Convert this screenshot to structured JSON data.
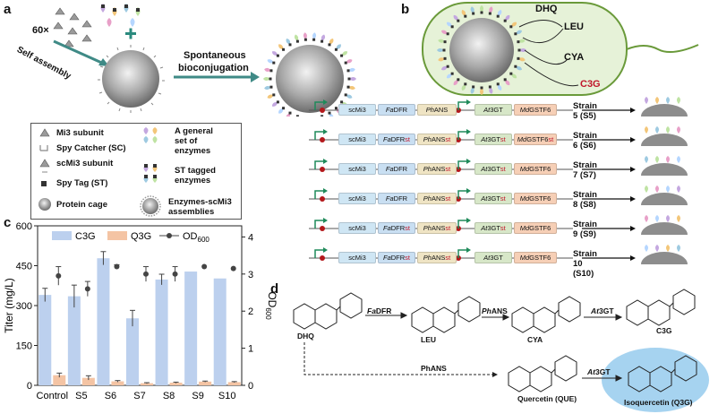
{
  "panels": {
    "a": "a",
    "b": "b",
    "c": "c",
    "d": "d"
  },
  "panel_a": {
    "count": "60×",
    "self_assembly": "Self assembly",
    "spontaneous": "Spontaneous",
    "bioconjugation": "bioconjugation"
  },
  "legend": [
    {
      "left": "Mi3 subunit",
      "right": "A general set of enzymes"
    },
    {
      "left": "Spy Catcher (SC)",
      "right": ""
    },
    {
      "left": "scMi3 subunit",
      "right": "ST tagged enzymes"
    },
    {
      "left": "Spy Tag (ST)",
      "right": ""
    },
    {
      "left": "Protein cage",
      "right": "Enzymes-scMi3 assemblies"
    }
  ],
  "legend_right_lines": {
    "general": [
      "A general",
      "set of",
      "enzymes"
    ],
    "st": [
      "ST tagged",
      "enzymes"
    ],
    "assemblies": [
      "Enzymes-scMi3",
      "assemblies"
    ]
  },
  "panel_b": {
    "cell_labels": [
      "DHQ",
      "LEU",
      "CYA",
      "C3G"
    ],
    "strains": [
      {
        "label": "Strain 5 (S5)",
        "genes": [
          {
            "pre": "",
            "it": "Fa",
            "post": "DFR",
            "st": ""
          },
          {
            "pre": "",
            "it": "Ph",
            "post": "ANS",
            "st": ""
          },
          {
            "pre": "",
            "it": "At",
            "post": "3GT",
            "st": ""
          },
          {
            "pre": "",
            "it": "Md",
            "post": "GSTF6",
            "st": ""
          }
        ]
      },
      {
        "label": "Strain 6 (S6)",
        "genes": [
          {
            "pre": "",
            "it": "Fa",
            "post": "DFR",
            "st": "st"
          },
          {
            "pre": "",
            "it": "Ph",
            "post": "ANS",
            "st": "st"
          },
          {
            "pre": "",
            "it": "At",
            "post": "3GT",
            "st": "st"
          },
          {
            "pre": "",
            "it": "Md",
            "post": "GSTF6",
            "st": "st"
          }
        ]
      },
      {
        "label": "Strain 7 (S7)",
        "genes": [
          {
            "pre": "",
            "it": "Fa",
            "post": "DFR",
            "st": ""
          },
          {
            "pre": "",
            "it": "Ph",
            "post": "ANS",
            "st": "st"
          },
          {
            "pre": "",
            "it": "At",
            "post": "3GT",
            "st": "st"
          },
          {
            "pre": "",
            "it": "Md",
            "post": "GSTF6",
            "st": ""
          }
        ]
      },
      {
        "label": "Strain 8 (S8)",
        "genes": [
          {
            "pre": "",
            "it": "Fa",
            "post": "DFR",
            "st": ""
          },
          {
            "pre": "",
            "it": "Ph",
            "post": "ANS",
            "st": "st"
          },
          {
            "pre": "",
            "it": "At",
            "post": "3GT",
            "st": "st"
          },
          {
            "pre": "",
            "it": "Md",
            "post": "GSTF6",
            "st": ""
          }
        ]
      },
      {
        "label": "Strain 9 (S9)",
        "genes": [
          {
            "pre": "",
            "it": "Fa",
            "post": "DFR",
            "st": "st"
          },
          {
            "pre": "",
            "it": "Ph",
            "post": "ANS",
            "st": "st"
          },
          {
            "pre": "",
            "it": "At",
            "post": "3GT",
            "st": "st"
          },
          {
            "pre": "",
            "it": "Md",
            "post": "GSTF6",
            "st": ""
          }
        ]
      },
      {
        "label": "Strain 10 (S10)",
        "genes": [
          {
            "pre": "",
            "it": "Fa",
            "post": "DFR",
            "st": "st"
          },
          {
            "pre": "",
            "it": "Ph",
            "post": "ANS",
            "st": "st"
          },
          {
            "pre": "",
            "it": "At",
            "post": "3GT",
            "st": ""
          },
          {
            "pre": "",
            "it": "Md",
            "post": "GSTF6",
            "st": ""
          }
        ]
      }
    ],
    "scmi3": "scMi3"
  },
  "panel_d": {
    "molecules": [
      "DHQ",
      "LEU",
      "CYA",
      "C3G",
      "Quercetin (QUE)",
      "Isoquercetin (Q3G)"
    ],
    "enzymes": [
      {
        "it": "Fa",
        "post": "DFR"
      },
      {
        "it": "Ph",
        "post": "ANS"
      },
      {
        "it": "At",
        "post": "3GT"
      },
      {
        "it": "",
        "post": "PhANS"
      },
      {
        "it": "At",
        "post": "3GT"
      }
    ]
  },
  "chart_data": {
    "type": "bar",
    "categories": [
      "Control",
      "S5",
      "S6",
      "S7",
      "S8",
      "S9",
      "S10"
    ],
    "series": [
      {
        "name": "C3G",
        "values": [
          340,
          335,
          478,
          252,
          398,
          428,
          402
        ],
        "errors": [
          25,
          42,
          25,
          30,
          20,
          0,
          0
        ],
        "color": "#bcd0ee"
      },
      {
        "name": "Q3G",
        "values": [
          38,
          28,
          15,
          8,
          10,
          14,
          12
        ],
        "errors": [
          8,
          8,
          3,
          2,
          2,
          2,
          2
        ],
        "color": "#f4c4a4"
      }
    ],
    "od_series": {
      "name": "OD600",
      "values": [
        2.95,
        2.6,
        3.2,
        3.0,
        3.0,
        3.2,
        3.15
      ],
      "errors": [
        0.25,
        0.2,
        0.05,
        0.2,
        0.2,
        0.02,
        0.02
      ]
    },
    "ylabel": "Titer (mg/L)",
    "ylabel_right_main": "OD",
    "ylabel_right_sub": "600",
    "legend_labels": [
      "C3G",
      "Q3G",
      "OD"
    ],
    "legend_od_sub": "600",
    "ylim": [
      0,
      600
    ],
    "yticks": [
      "0",
      "150",
      "300",
      "450",
      "600"
    ],
    "ylim_right": [
      0,
      4.3
    ],
    "yticks_right": [
      "0",
      "1",
      "2",
      "3",
      "4"
    ]
  }
}
